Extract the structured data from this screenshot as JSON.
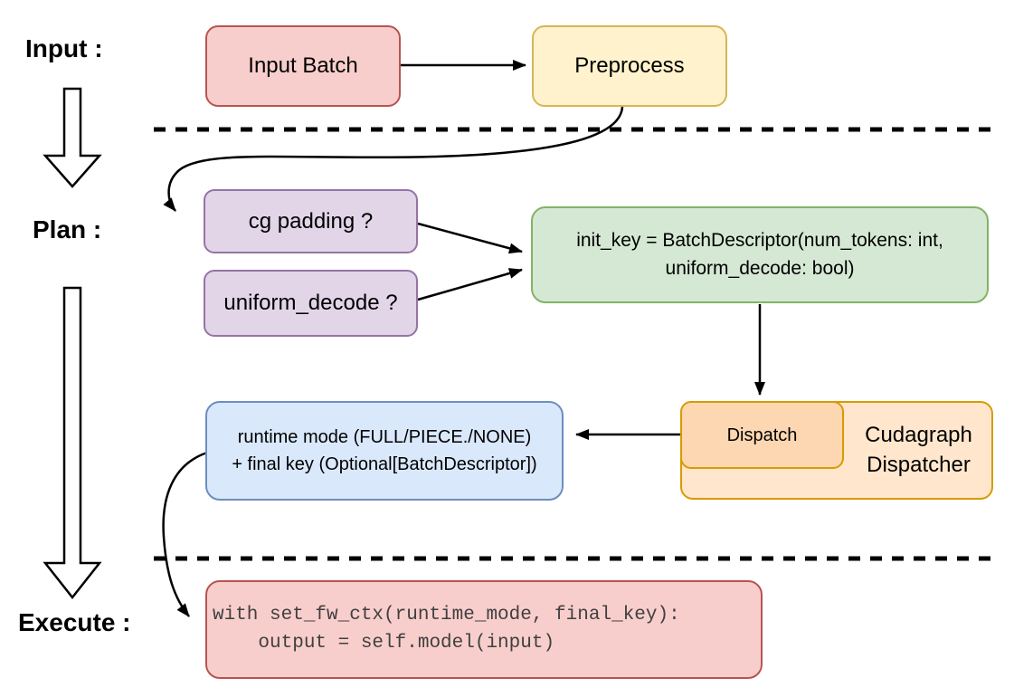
{
  "stage_labels": {
    "input": "Input :",
    "plan": "Plan :",
    "execute": "Execute :"
  },
  "nodes": {
    "input_batch": {
      "label": "Input Batch",
      "fill": "#f8cecc",
      "stroke": "#b85450"
    },
    "preprocess": {
      "label": "Preprocess",
      "fill": "#fff2cc",
      "stroke": "#d6b656"
    },
    "cg_padding": {
      "label": "cg padding ?",
      "fill": "#e1d5e7",
      "stroke": "#9673a6"
    },
    "uniform_decode": {
      "label": "uniform_decode ?",
      "fill": "#e1d5e7",
      "stroke": "#9673a6"
    },
    "init_key": {
      "line1": "init_key = BatchDescriptor(num_tokens: int,",
      "line2": "uniform_decode: bool)",
      "fill": "#d5e8d4",
      "stroke": "#82b366"
    },
    "dispatch": {
      "label": "Dispatch",
      "fill": "#fcd7b1",
      "stroke": "#d79b00"
    },
    "cudagraph_dispatcher": {
      "line1": "Cudagraph",
      "line2": "Dispatcher",
      "fill": "#ffe6cc",
      "stroke": "#d79b00"
    },
    "runtime_mode": {
      "line1": "runtime mode (FULL/PIECE./NONE)",
      "line2": "+ final key (Optional[BatchDescriptor])",
      "fill": "#dae8fc",
      "stroke": "#6c8ebf"
    },
    "execute_code": {
      "line1": "with set_fw_ctx(runtime_mode, final_key):",
      "line2": "    output = self.model(input)",
      "fill": "#f8cecc",
      "stroke": "#b85450",
      "text_color": "#404040"
    }
  }
}
